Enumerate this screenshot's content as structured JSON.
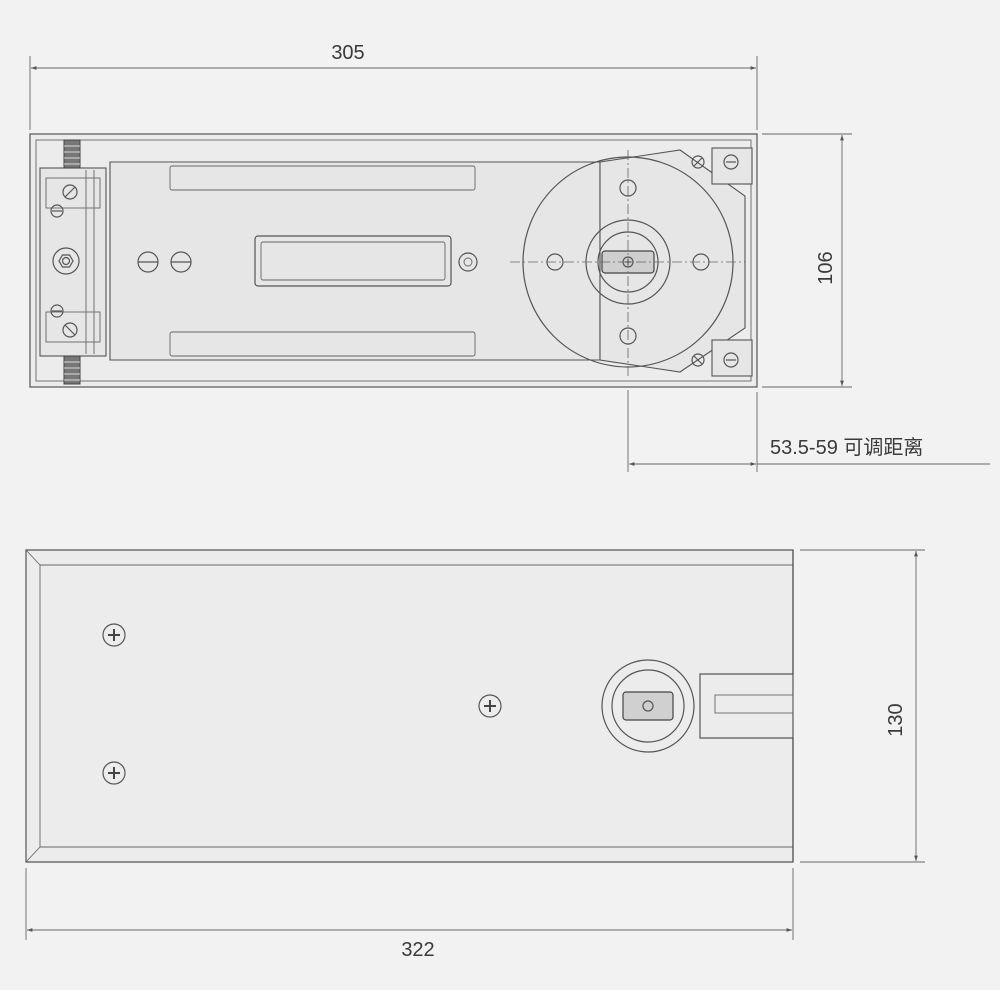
{
  "diagram": {
    "top_view": {
      "width_label": "305",
      "height_label": "106",
      "adjust_label": "53.5-59 可调距离"
    },
    "bottom_view": {
      "width_label": "322",
      "height_label": "130"
    },
    "colors": {
      "background": "#f2f2f2",
      "line": "#555555",
      "text": "#3a3a3a"
    }
  }
}
